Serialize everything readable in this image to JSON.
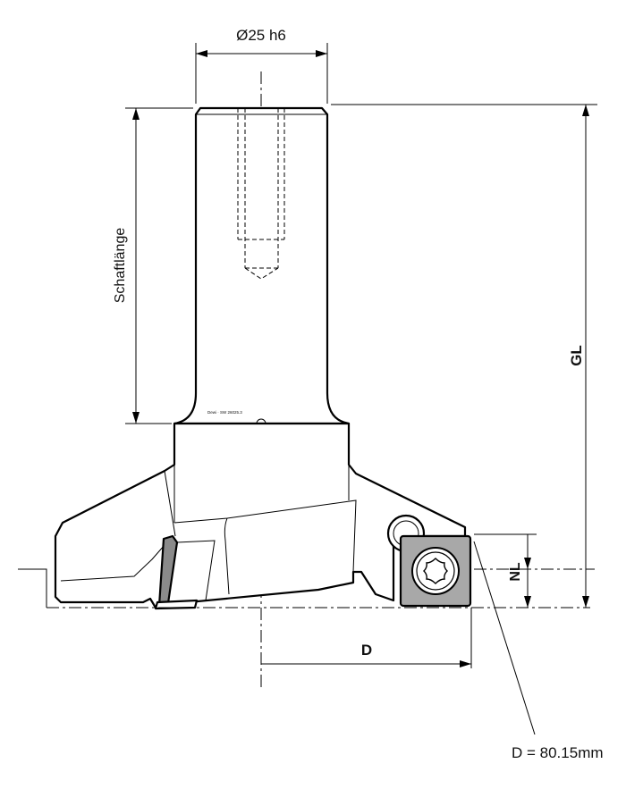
{
  "labels": {
    "shank_diameter": "Ø25 h6",
    "shank_length": "Schaftlänge",
    "total_length": "GL",
    "nut_depth": "NL",
    "diameter_dim": "D",
    "diameter_value": "D = 80.15mm",
    "engraving": "Dewi · SW 26025.3"
  }
}
